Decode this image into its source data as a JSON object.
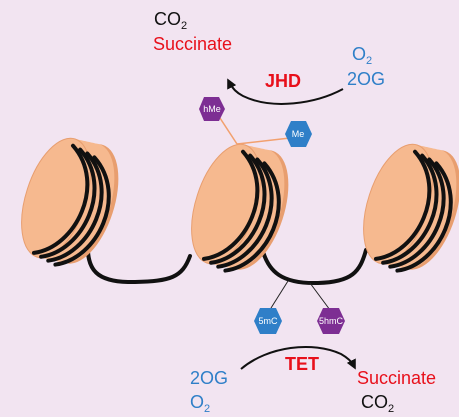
{
  "colors": {
    "background": "#f2e4f1",
    "nucleosome_fill": "#f6b98f",
    "nucleosome_edge": "#e89e6f",
    "dna": "#111111",
    "enzyme_label": "#e8101b",
    "product": "#e8101b",
    "cosubstrate": "#2f7fc8",
    "hexagon_purple": "#7d2e93",
    "hexagon_blue": "#2f7fc8",
    "branch_line_orange": "#f2a06e"
  },
  "jhd_reaction": {
    "enzyme": "JHD",
    "product_gas": "CO",
    "product_gas_sub": "2",
    "product_acid": "Succinate",
    "cosubstrate_gas": "O",
    "cosubstrate_gas_sub": "2",
    "cosubstrate_2og": "2OG"
  },
  "tet_reaction": {
    "enzyme": "TET",
    "cosubstrate_2og": "2OG",
    "cosubstrate_gas": "O",
    "cosubstrate_gas_sub": "2",
    "product_acid": "Succinate",
    "product_gas": "CO",
    "product_gas_sub": "2"
  },
  "histone_marks": {
    "hydroxymethyl": "hMe",
    "methyl": "Me"
  },
  "dna_marks": {
    "methylcytosine": "5mC",
    "hydroxymethylcytosine": "5hmC"
  }
}
